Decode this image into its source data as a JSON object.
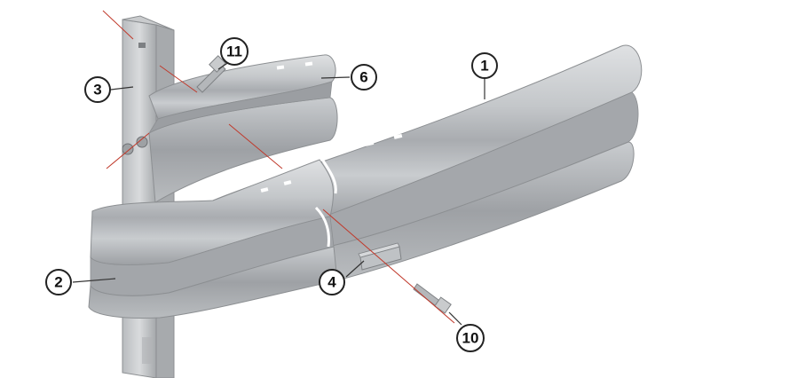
{
  "callouts": [
    {
      "id": "c1",
      "label": "1"
    },
    {
      "id": "c2",
      "label": "2"
    },
    {
      "id": "c3",
      "label": "3"
    },
    {
      "id": "c4",
      "label": "4"
    },
    {
      "id": "c6",
      "label": "6"
    },
    {
      "id": "c10",
      "label": "10"
    },
    {
      "id": "c11",
      "label": "11"
    }
  ],
  "colors": {
    "steel_light": "#d6d8da",
    "steel_mid": "#b3b6b9",
    "steel_dark": "#8a8d90",
    "assembly_line": "#c0392b"
  }
}
